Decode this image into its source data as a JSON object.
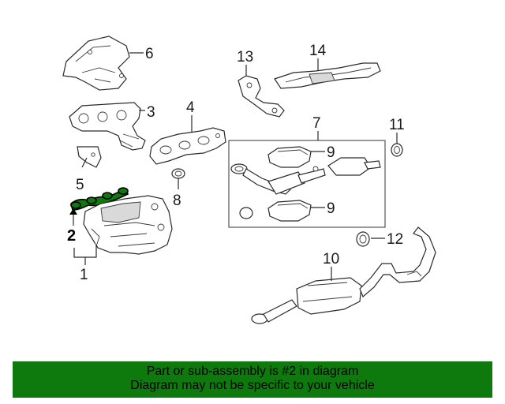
{
  "callouts": {
    "c1": "1",
    "c2": "2",
    "c3": "3",
    "c4": "4",
    "c5": "5",
    "c6": "6",
    "c7": "7",
    "c8": "8",
    "c9a": "9",
    "c9b": "9",
    "c10": "10",
    "c11": "11",
    "c12": "12",
    "c13": "13",
    "c14": "14"
  },
  "notice": {
    "line1": "Part or sub-assembly is #2 in diagram",
    "line2": "Diagram may not be specific to your vehicle"
  },
  "colors": {
    "banner_bg": "#0e7a0d",
    "highlight_part": "#0e7a0d"
  }
}
